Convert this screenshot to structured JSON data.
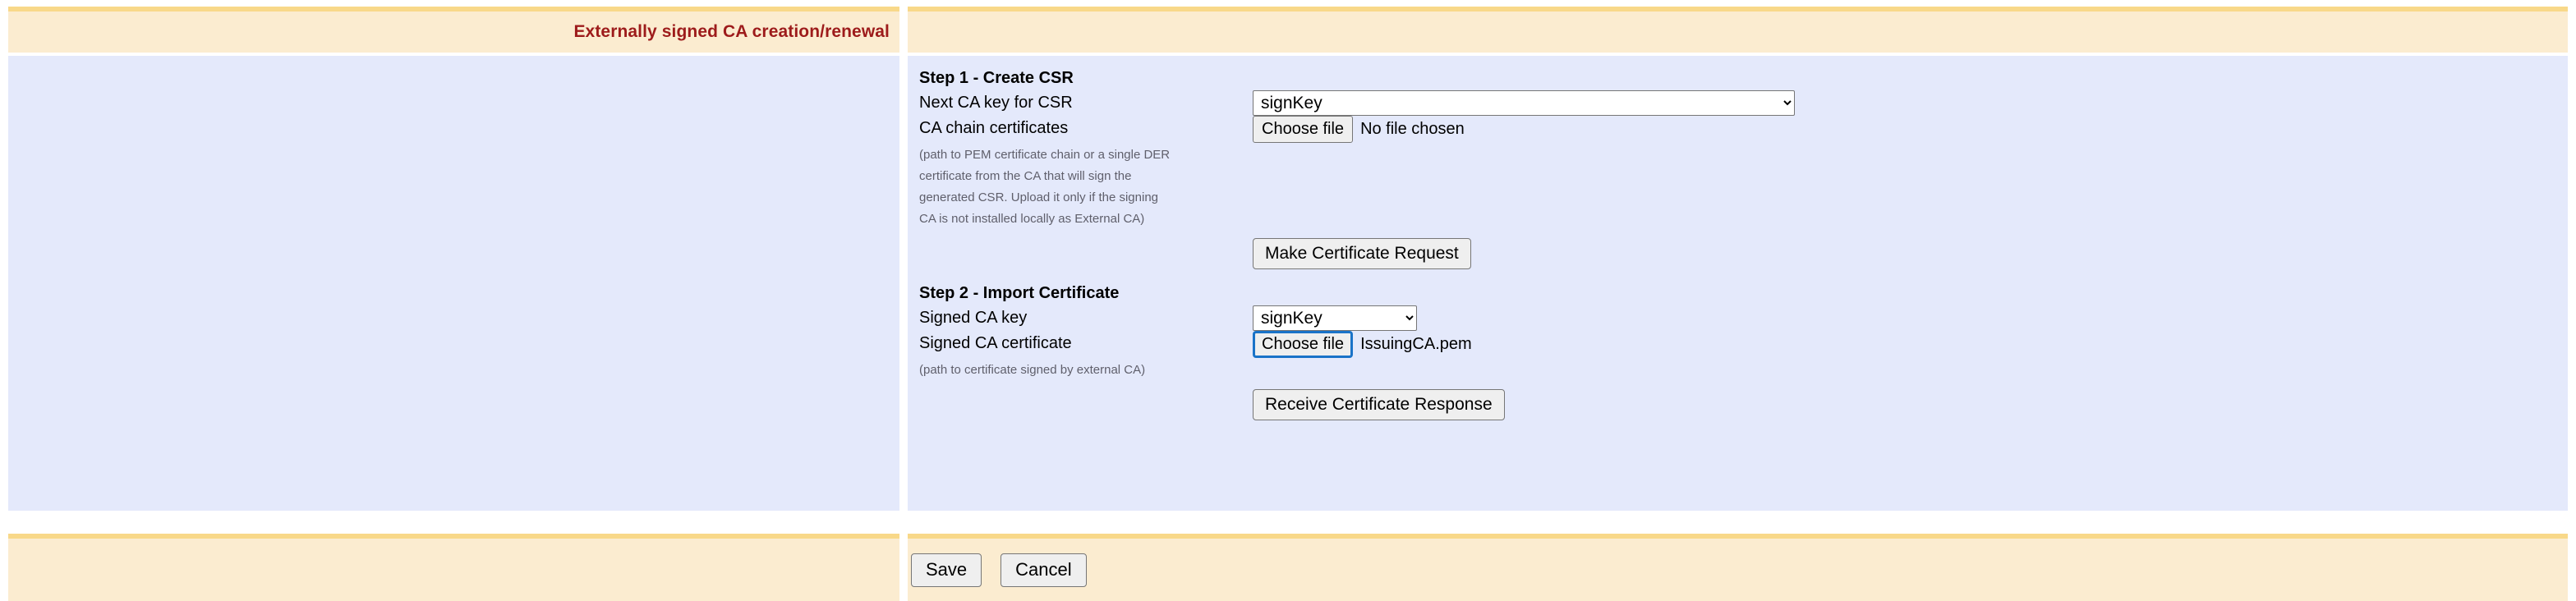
{
  "header": {
    "title": "Externally signed CA creation/renewal"
  },
  "form": {
    "step1": {
      "heading": "Step 1 - Create CSR",
      "next_ca_key": {
        "label": "Next CA key for CSR",
        "value": "signKey",
        "options": [
          "signKey"
        ]
      },
      "ca_chain": {
        "label": "CA chain certificates",
        "button_label": "Choose file",
        "file_status": "No file chosen",
        "help_lines": [
          "(path to PEM certificate chain or a single DER",
          "certificate from the CA that will sign the",
          "generated CSR. Upload it only if the signing",
          "CA is not installed locally as External CA)"
        ]
      },
      "submit_label": "Make Certificate Request"
    },
    "step2": {
      "heading": "Step 2 - Import Certificate",
      "signed_ca_key": {
        "label": "Signed CA key",
        "value": "signKey",
        "options": [
          "signKey"
        ]
      },
      "signed_ca_cert": {
        "label": "Signed CA certificate",
        "button_label": "Choose file",
        "file_status": "IssuingCA.pem",
        "help_lines": [
          "(path to certificate signed by external CA)"
        ]
      },
      "submit_label": "Receive Certificate Response"
    }
  },
  "footer": {
    "save_label": "Save",
    "cancel_label": "Cancel"
  },
  "colors": {
    "header_background": "#fbecd0",
    "header_stripe": "#f8d889",
    "panel_background": "#e4e9fb",
    "title_text": "#9d1b1b",
    "help_text": "#5f5f6b",
    "focus_ring": "#1a73c8"
  }
}
